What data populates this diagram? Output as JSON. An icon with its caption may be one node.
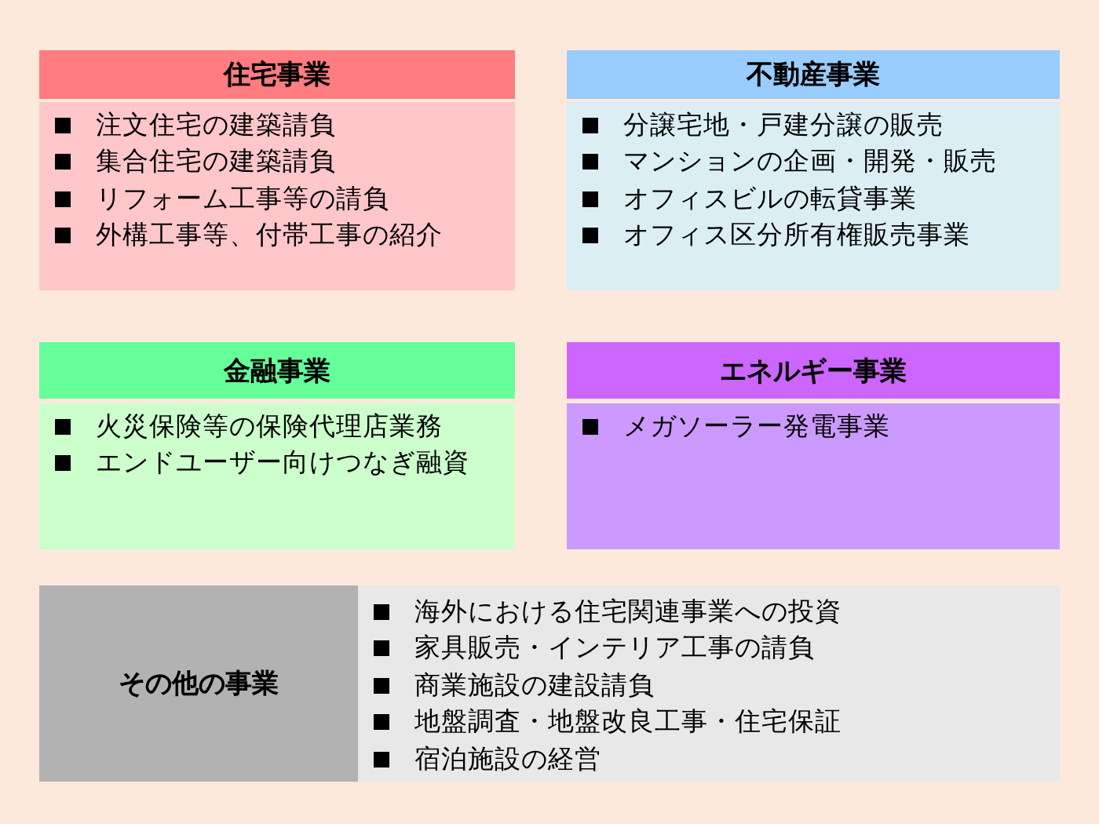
{
  "diagram": {
    "nodes": [
      {
        "text": [
          "住宅事業"
        ]
      },
      {
        "text": [
          "注文住宅の建築請負",
          "集合住宅の建築請負",
          "リフォーム工事等の請負",
          "外構工事等、付帯工事の紹介"
        ]
      },
      {
        "text": [
          "不動産事業"
        ]
      },
      {
        "text": [
          "分譲宅地・戸建分譲の販売",
          "マンションの企画・開発・販売",
          "オフィスビルの転貸事業",
          "オフィス区分所有権販売事業"
        ]
      },
      {
        "text": [
          "金融事業"
        ]
      },
      {
        "text": [
          "火災保険等の保険代理店業務",
          "エンドユーザー向けつなぎ融資"
        ]
      },
      {
        "text": [
          "エネルギー事業"
        ]
      },
      {
        "text": [
          "メガソーラー発電事業"
        ]
      },
      {
        "text": [
          "その他の事業"
        ]
      },
      {
        "text": [
          "海外における住宅関連事業への投資",
          "家具販売・インテリア工事の請負",
          "商業施設の建設請負",
          "地盤調査・地盤改良工事・住宅保証",
          "宿泊施設の経営"
        ]
      }
    ],
    "edges": []
  }
}
